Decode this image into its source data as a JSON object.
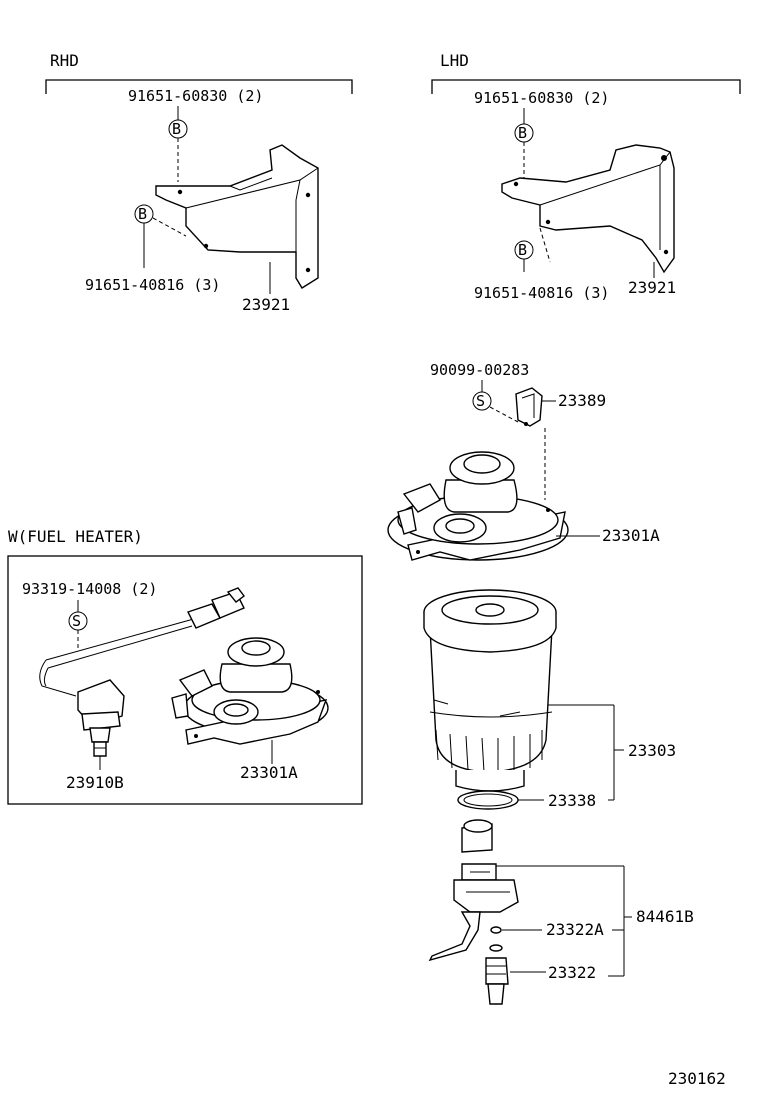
{
  "sections": {
    "rhd": "RHD",
    "lhd": "LHD",
    "fuel_heater": "W(FUEL  HEATER)"
  },
  "symbols": {
    "bolt": "B",
    "screw": "S"
  },
  "rhd": {
    "bolt_upper": "91651-60830 (2)",
    "bolt_lower": "91651-40816 (3)",
    "bracket": "23921"
  },
  "lhd": {
    "bolt_upper": "91651-60830 (2)",
    "bolt_lower": "91651-40816 (3)",
    "bracket": "23921"
  },
  "main": {
    "screw": "90099-00283",
    "clip": "23389",
    "filter_head": "23301A",
    "element": "23303",
    "o_ring": "23338",
    "sensor_assy": "84461B",
    "small_o_ring": "23322A",
    "switch": "23322"
  },
  "fuel_heater": {
    "screw": "93319-14008 (2)",
    "heater": "23910B",
    "filter_head": "23301A"
  },
  "diagram_code": "230162"
}
